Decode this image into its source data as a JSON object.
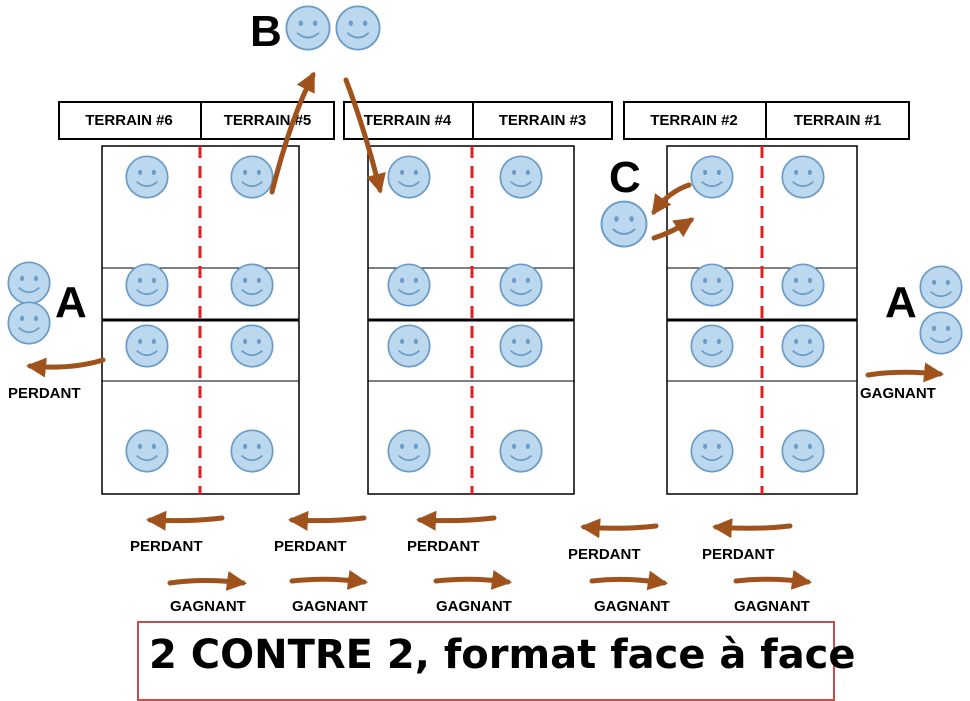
{
  "terrains": [
    "TERRAIN #6",
    "TERRAIN #5",
    "TERRAIN #4",
    "TERRAIN #3",
    "TERRAIN #2",
    "TERRAIN #1"
  ],
  "groups": {
    "a_left": "A",
    "a_right": "A",
    "b": "B",
    "c": "C"
  },
  "side_labels": {
    "left": "PERDANT",
    "right": "GAGNANT"
  },
  "bottom_perdant": [
    "PERDANT",
    "PERDANT",
    "PERDANT",
    "PERDANT",
    "PERDANT"
  ],
  "bottom_gagnant": [
    "GAGNANT",
    "GAGNANT",
    "GAGNANT",
    "GAGNANT",
    "GAGNANT"
  ],
  "title": "2 CONTRE 2, format face à face",
  "colors": {
    "arrow": "#a0521d",
    "net": "#e02020",
    "face_fill": "#bcd8ef",
    "face_stroke": "#6a9cc7",
    "title_border": "#c0504d"
  },
  "icons": {
    "player": "smiley-face-icon"
  }
}
